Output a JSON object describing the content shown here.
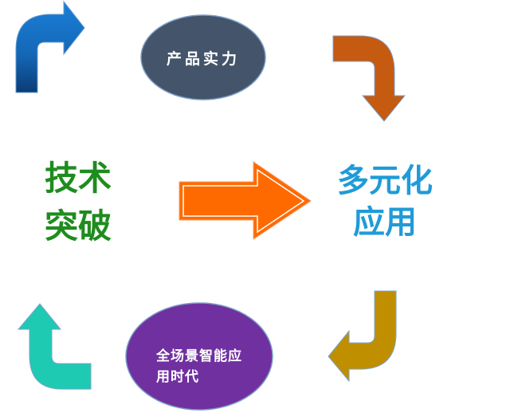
{
  "colors": {
    "blue_arrow": "#1874c9",
    "orange_arrow": "#c55a11",
    "gold_arrow": "#bf8f00",
    "teal_arrow": "#1ecab2",
    "center_arrow": "#ff6a00",
    "top_ellipse": "#44546a",
    "bottom_ellipse": "#7030a0",
    "green_text": "#1e8c1e",
    "blue_text": "#1f9bd7"
  },
  "top_node": {
    "label": "产品实力"
  },
  "bottom_node": {
    "line1": "全场景智能应",
    "line2": "用时代"
  },
  "left_text": {
    "line1": "技术",
    "line2": "突破"
  },
  "right_text": {
    "line1": "多元化",
    "line2": "应用"
  }
}
